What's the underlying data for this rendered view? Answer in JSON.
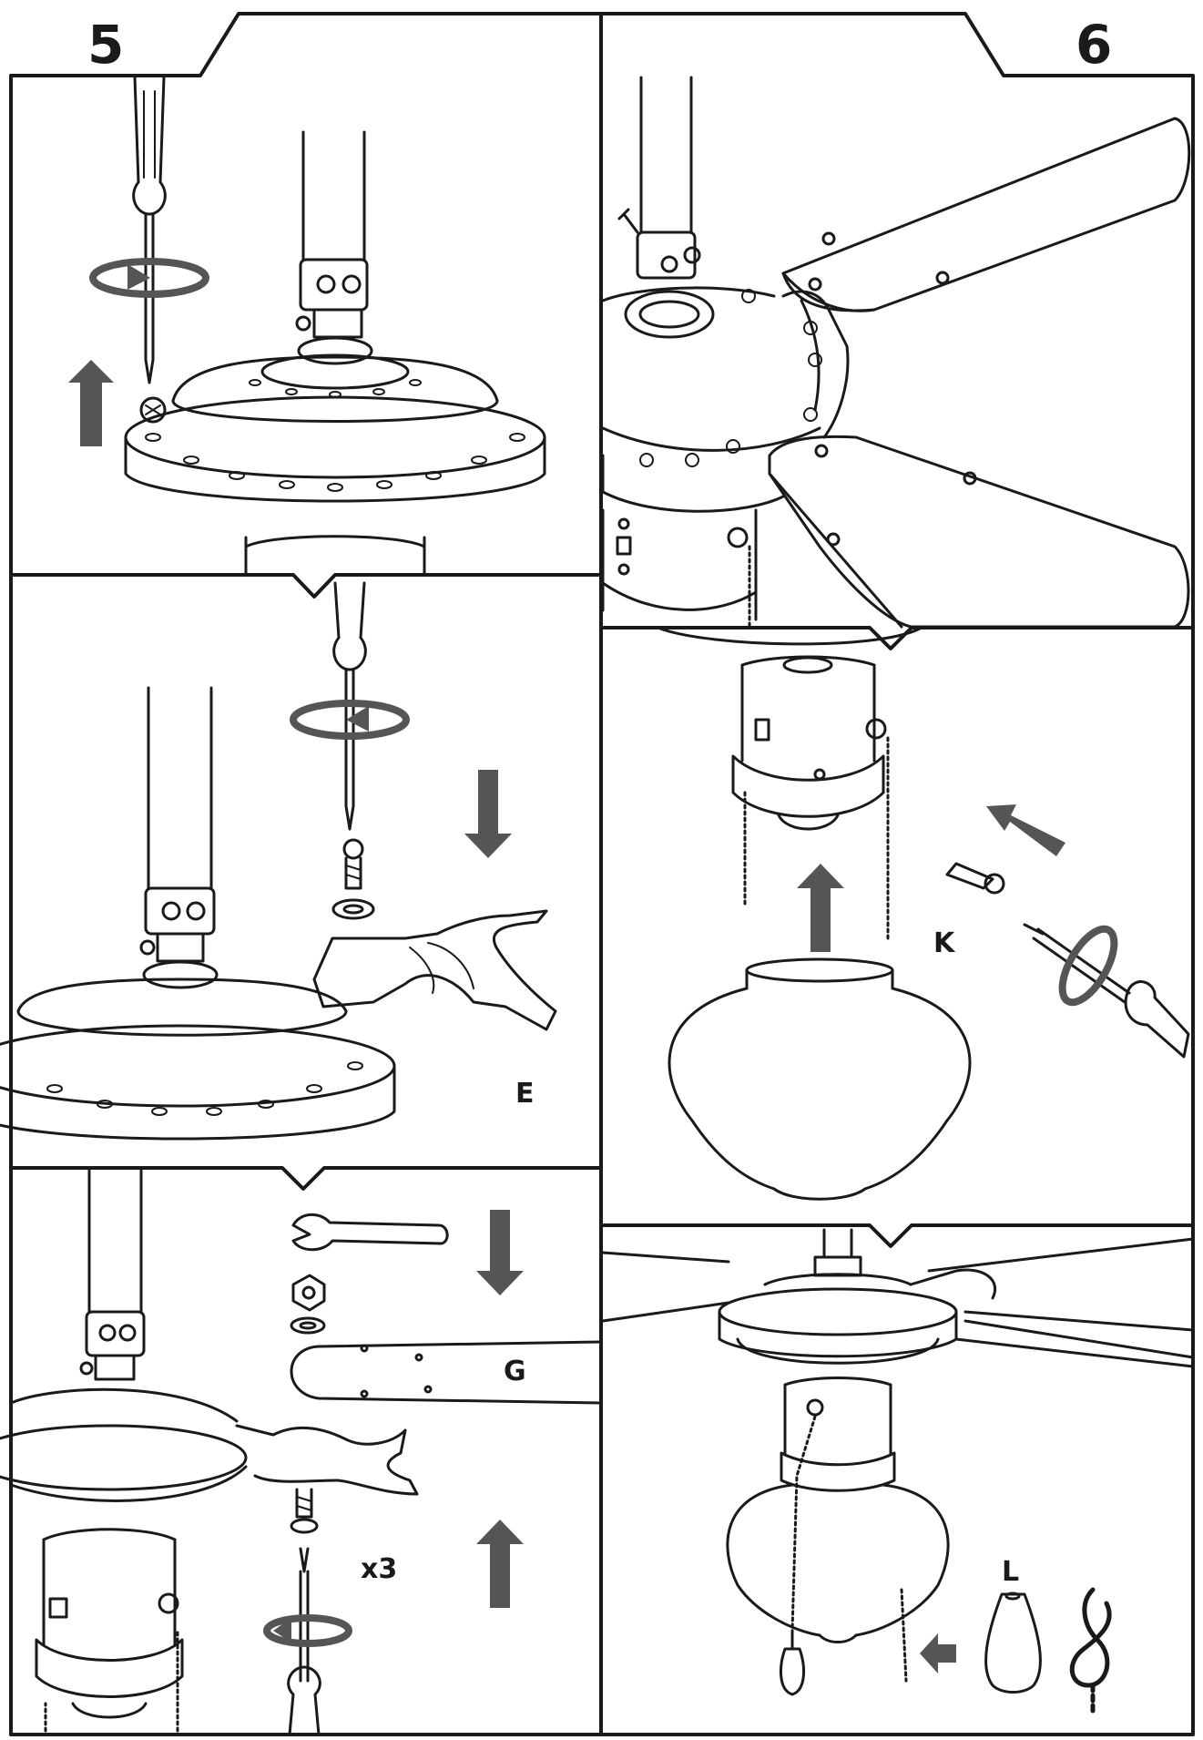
{
  "steps": [
    {
      "number": "5"
    },
    {
      "number": "6"
    }
  ],
  "part_labels": {
    "E": "E",
    "G": "G",
    "x3": "x3",
    "K": "K",
    "L": "L"
  },
  "colors": {
    "line": "#1a1a1a",
    "arrow": "#555555",
    "background": "#ffffff"
  }
}
